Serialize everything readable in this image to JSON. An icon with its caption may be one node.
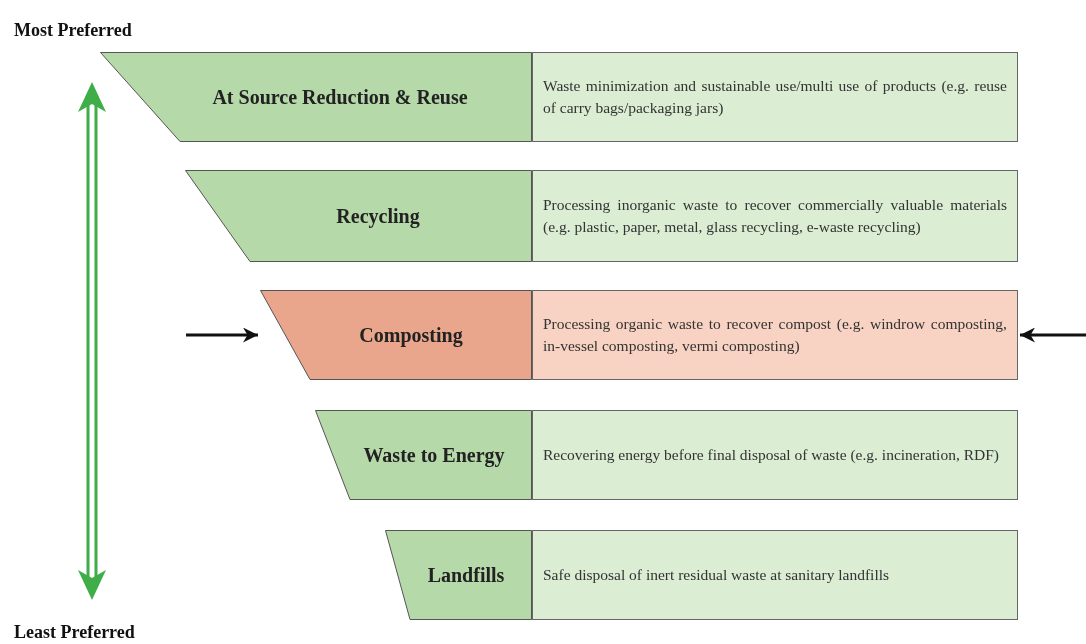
{
  "diagram": {
    "nodes": [
      {
        "text": [
          "At Source Reduction & Reuse"
        ]
      },
      {
        "text": [
          "Waste minimization and sustainable use/multi use of products (e.g. reuse of carry bags/packaging jars)"
        ]
      },
      {
        "text": [
          "Recycling"
        ]
      },
      {
        "text": [
          "Processing inorganic waste to recover commercially valuable materials (e.g. plastic, paper, metal, glass recycling, e-waste recycling)"
        ]
      },
      {
        "text": [
          "Composting"
        ]
      },
      {
        "text": [
          "Processing organic waste to recover compost (e.g. windrow composting, in-vessel composting, vermi composting)"
        ]
      },
      {
        "text": [
          "Waste to Energy"
        ]
      },
      {
        "text": [
          "Recovering energy before final disposal of waste (e.g. incineration, RDF)"
        ]
      },
      {
        "text": [
          "Landfills"
        ]
      },
      {
        "text": [
          "Safe disposal of inert residual waste at sanitary landfills"
        ]
      }
    ],
    "edges": [
      {
        "from": null,
        "to": 4,
        "arrow": "to"
      },
      {
        "from": null,
        "to": 5,
        "arrow": "to"
      }
    ],
    "labels": [
      "Most Preferred",
      "Least Preferred"
    ]
  }
}
